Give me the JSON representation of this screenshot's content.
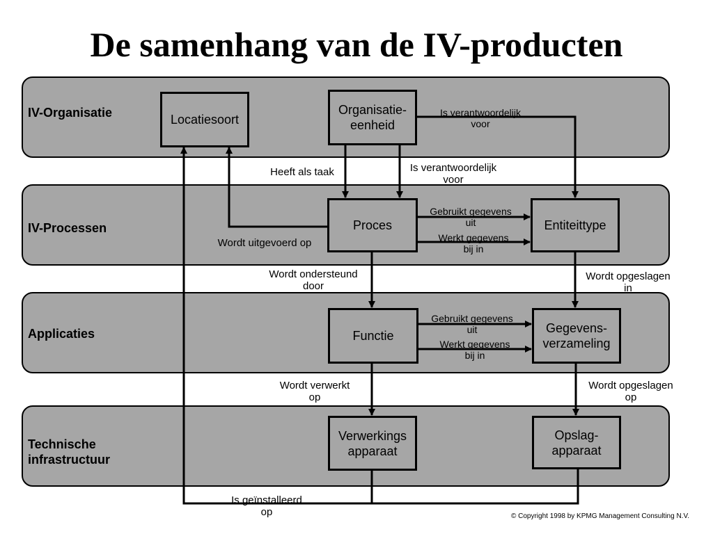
{
  "title": "De samenhang van de IV-producten",
  "layers": {
    "organisatie": "IV-Organisatie",
    "processen": "IV-Processen",
    "applicaties": "Applicaties",
    "infra": "Technische\ninfrastructuur"
  },
  "boxes": {
    "locatiesoort": "Locatiesoort",
    "organisatie_eenheid": "Organisatie-\neenheid",
    "proces": "Proces",
    "entiteittype": "Entiteittype",
    "functie": "Functie",
    "gegevensverzameling": "Gegevens-\nverzameling",
    "verwerkingsapparaat": "Verwerkings\napparaat",
    "opslagapparaat": "Opslag-\napparaat"
  },
  "labels": {
    "is_verantwoordelijk_1": "Is verantwoordelijk\nvoor",
    "is_verantwoordelijk_2": "Is verantwoordelijk\nvoor",
    "heeft_als_taak": "Heeft als taak",
    "wordt_uitgevoerd_op": "Wordt uitgevoerd op",
    "gebruikt_gegevens_1": "Gebruikt gegevens\nuit",
    "werkt_gegevens_1": "Werkt gegevens\nbij in",
    "wordt_ondersteund_door": "Wordt ondersteund\ndoor",
    "wordt_opgeslagen_in": "Wordt opgeslagen\nin",
    "gebruikt_gegevens_2": "Gebruikt gegevens\nuit",
    "werkt_gegevens_2": "Werkt gegevens\nbij in",
    "wordt_verwerkt_op": "Wordt verwerkt\nop",
    "wordt_opgeslagen_op": "Wordt opgeslagen\nop",
    "is_geinstalleerd_op": "Is geïnstalleerd\nop"
  },
  "copyright": "© Copyright 1998 by KPMG Management Consulting N.V."
}
